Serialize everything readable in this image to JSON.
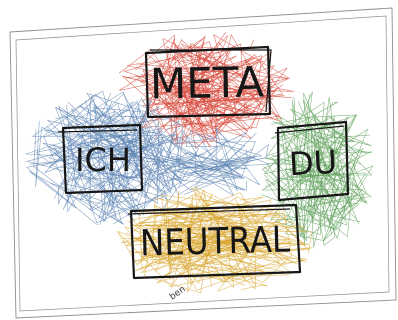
{
  "diagram": {
    "boxes": {
      "meta": "META",
      "ich": "ICH",
      "du": "DU",
      "neutral": "NEUTRAL"
    },
    "signature": "ben",
    "colors": {
      "meta_scribble": "#d84a3c",
      "ich_scribble": "#5f86b4",
      "du_scribble": "#5da05a",
      "neutral_scribble": "#d8a52e",
      "ink": "#161616",
      "paper_border": "#8a8a8a"
    }
  }
}
